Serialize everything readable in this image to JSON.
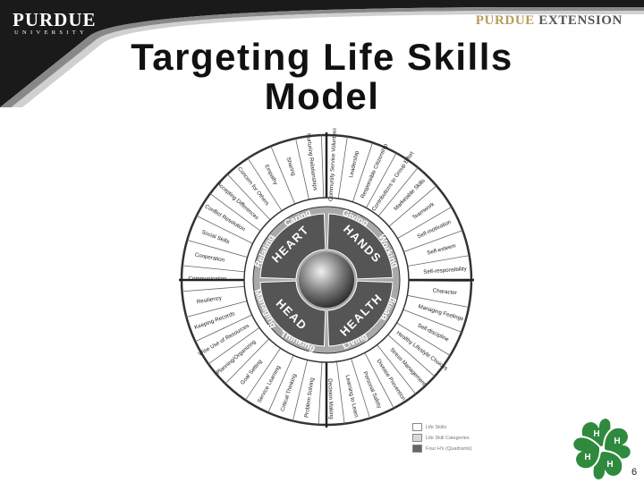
{
  "header": {
    "logo_left_line1": "PURDUE",
    "logo_left_line2": "UNIVERSITY",
    "logo_right_part1": "PURDUE",
    "logo_right_part2": "EXTENSION"
  },
  "title": "Targeting Life Skills Model",
  "wheel": {
    "hubs": [
      {
        "label": "HEART",
        "category_labels": [
          "Caring",
          "Relating"
        ]
      },
      {
        "label": "HANDS",
        "category_labels": [
          "Giving",
          "Working"
        ]
      },
      {
        "label": "HEALTH",
        "category_labels": [
          "Being",
          "Living"
        ]
      },
      {
        "label": "HEAD",
        "category_labels": [
          "Thinking",
          "Managing"
        ]
      }
    ],
    "skills": [
      "Community Service Volunteering",
      "Leadership",
      "Responsible Citizenship",
      "Contributions to Group Effort",
      "Marketable Skills",
      "Teamwork",
      "Self-motivation",
      "Self-esteem",
      "Self-responsibility",
      "Character",
      "Managing Feelings",
      "Self-discipline",
      "Healthy Lifestyle Choices",
      "Stress Management",
      "Disease Prevention",
      "Personal Safety",
      "Learning to Learn",
      "Decision Making",
      "Problem Solving",
      "Critical Thinking",
      "Service Learning",
      "Goal Setting",
      "Planning/Organizing",
      "Wise Use of Resources",
      "Keeping Records",
      "Resiliency",
      "Communication",
      "Cooperation",
      "Social Skills",
      "Conflict Resolution",
      "Accepting Differences",
      "Concern for Others",
      "Empathy",
      "Sharing",
      "Nurturing Relationships"
    ]
  },
  "legend": [
    {
      "label": "Life Skills",
      "color": "#ffffff"
    },
    {
      "label": "Life Skill Categories",
      "color": "#d9d9d9"
    },
    {
      "label": "Four H's (Quadrants)",
      "color": "#666666"
    }
  ],
  "page_number": "6",
  "colors": {
    "banner": "#1a1a1a",
    "gold": "#b79b5e",
    "clover": "#2f8a3e"
  }
}
